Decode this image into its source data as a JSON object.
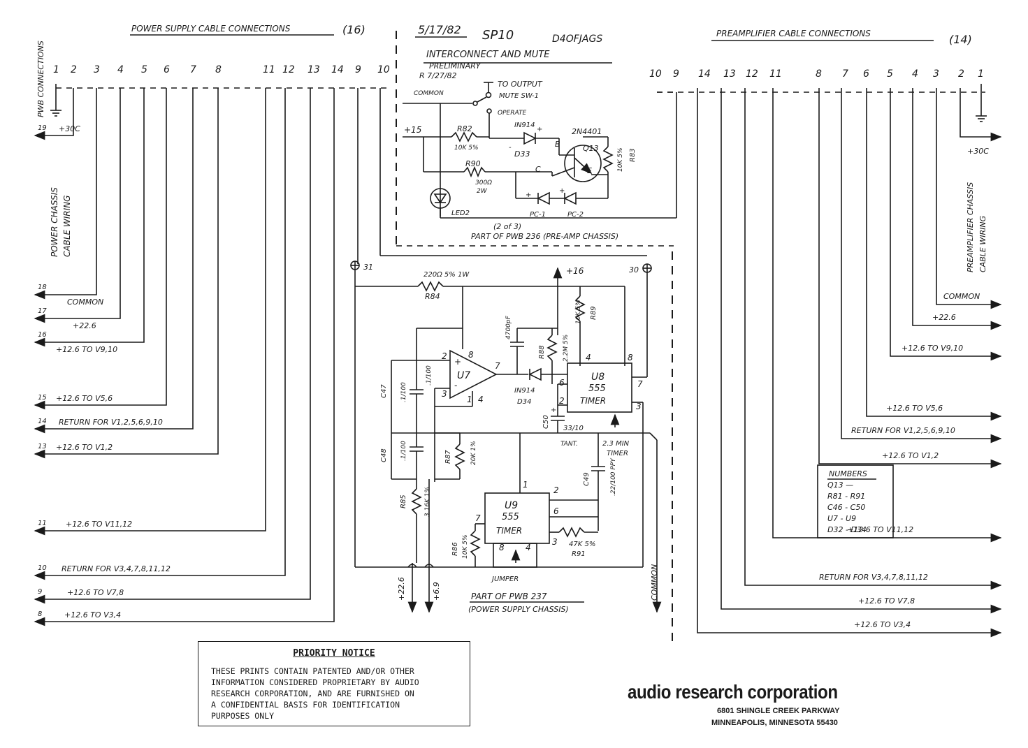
{
  "header": {
    "date": "5/17/82",
    "model": "SP10",
    "sheet": "D4OFJAGS",
    "title": "INTERCONNECT AND MUTE",
    "status": "PRELIMINARY",
    "revision": "R 7/27/82",
    "left_heading": "POWER SUPPLY CABLE CONNECTIONS",
    "left_count": "(16)",
    "right_heading": "PREAMPLIFIER CABLE CONNECTIONS",
    "right_count": "(14)"
  },
  "left_pins": [
    "1",
    "2",
    "3",
    "4",
    "5",
    "6",
    "7",
    "8",
    "11",
    "12",
    "13",
    "14",
    "9",
    "10"
  ],
  "right_pins": [
    "10",
    "9",
    "14",
    "13",
    "12",
    "11",
    "8",
    "7",
    "6",
    "5",
    "4",
    "3",
    "2",
    "1"
  ],
  "left_side": {
    "board_label": "PWB CONNECTIONS",
    "wiring_label_1": "POWER CHASSIS",
    "wiring_label_2": "CABLE WIRING",
    "wires": [
      {
        "num": "19",
        "label": "+30C"
      },
      {
        "num": "18",
        "label": "COMMON"
      },
      {
        "num": "17",
        "label": "+22.6"
      },
      {
        "num": "16",
        "label": "+12.6 TO V9,10"
      },
      {
        "num": "15",
        "label": "+12.6 TO V5,6"
      },
      {
        "num": "14",
        "label": "RETURN FOR V1,2,5,6,9,10"
      },
      {
        "num": "13",
        "label": "+12.6 TO V1,2"
      },
      {
        "num": "11",
        "label": "+12.6 TO V11,12"
      },
      {
        "num": "10",
        "label": "RETURN FOR V3,4,7,8,11,12"
      },
      {
        "num": "9",
        "label": "+12.6 TO V7,8"
      },
      {
        "num": "8",
        "label": "+12.6 TO V3,4"
      }
    ]
  },
  "right_side": {
    "wiring_label_1": "PREAMPLIFIER CHASSIS",
    "wiring_label_2": "CABLE WIRING",
    "wires": [
      {
        "label": "+30C"
      },
      {
        "label": "COMMON"
      },
      {
        "label": "+22.6"
      },
      {
        "label": "+12.6 TO V9,10"
      },
      {
        "label": "+12.6 TO V5,6"
      },
      {
        "label": "RETURN FOR V1,2,5,6,9,10"
      },
      {
        "label": "+12.6 TO V1,2"
      },
      {
        "label": "+12.6 TO V11,12"
      },
      {
        "label": "RETURN FOR V3,4,7,8,11,12"
      },
      {
        "label": "+12.6 TO V7,8"
      },
      {
        "label": "+12.6 TO V3,4"
      }
    ]
  },
  "mute_circuit": {
    "to_output": "TO OUTPUT",
    "mute_sw": "MUTE SW-1",
    "common": "COMMON",
    "operate": "OPERATE",
    "plus15": "+15",
    "r82": "R82",
    "r82_val": "10K 5%",
    "r90": "R90",
    "r90_val": "300Ω",
    "r90_w": "2W",
    "d33_type": "IN914",
    "d33": "D33",
    "q13_type": "2N4401",
    "q13": "Q13",
    "b": "B",
    "c": "C",
    "e": "E",
    "r83_val": "10K 5%",
    "r83": "R83",
    "led": "LED2",
    "pc1": "PC-1",
    "pc2": "PC-2",
    "plus": "+",
    "minus": "-",
    "part_of": "PART OF PWB 236 (PRE-AMP CHASSIS)",
    "pins": "(2 of 3)"
  },
  "timer_circuit": {
    "node31": "31",
    "node30": "30",
    "r84_val": "220Ω 5% 1W",
    "r84": "R84",
    "plus16": "+16",
    "c_val": "4700pF",
    "r89_val": "10K 5%",
    "r89": "R89",
    "r88": "R88",
    "r88_val": "2.2M 5%",
    "c47": "C47",
    "c47_val": ".1/100",
    "c48": "C48",
    "c48_val": ".1/100",
    "u7": "U7",
    "u8": "U8",
    "u8_type": "555",
    "u8_name": "TIMER",
    "d34_type": "IN914",
    "d34": "D34",
    "c50": "C50",
    "c50_val": "33/10",
    "tant": "TANT.",
    "timer_note_1": "2.3 MIN",
    "timer_note_2": "TIMER",
    "r87": "R87",
    "r87_val": "20K 1%",
    "r85": "R85",
    "r85_val": "3.16K 1%",
    "c49": "C49",
    "c49_val": ".22/100 PPY",
    "u9": "U9",
    "u9_type": "555",
    "u9_name": "TIMER",
    "r86": "R86",
    "r86_val": "10K 5%",
    "r91_val": "47K 5%",
    "r91": "R91",
    "jumper": "JUMPER",
    "out1": "+22.6",
    "out2": "+6.9",
    "common": "COMMON",
    "part_of_1": "PART OF PWB 237",
    "part_of_2": "(POWER SUPPLY CHASSIS)",
    "pins": [
      "2",
      "3",
      "8",
      "7",
      "1",
      "4",
      "8",
      "7",
      "6",
      "2",
      "3",
      "1",
      "2",
      "6",
      "7",
      "8",
      "4",
      "3"
    ]
  },
  "numbers_box": {
    "title": "NUMBERS",
    "lines": [
      "Q13 —",
      "R81 - R91",
      "C46 - C50",
      "U7 - U9",
      "D32 - D34"
    ]
  },
  "notice": {
    "title": "PRIORITY NOTICE",
    "body": "THESE PRINTS CONTAIN PATENTED AND/OR OTHER\nINFORMATION CONSIDERED PROPRIETARY BY AUDIO\nRESEARCH CORPORATION, AND ARE FURNISHED ON\nA CONFIDENTIAL BASIS FOR IDENTIFICATION\nPURPOSES ONLY"
  },
  "company": {
    "name": "audio research corporation",
    "address_1": "6801 SHINGLE CREEK PARKWAY",
    "address_2": "MINNEAPOLIS, MINNESOTA 55430"
  }
}
